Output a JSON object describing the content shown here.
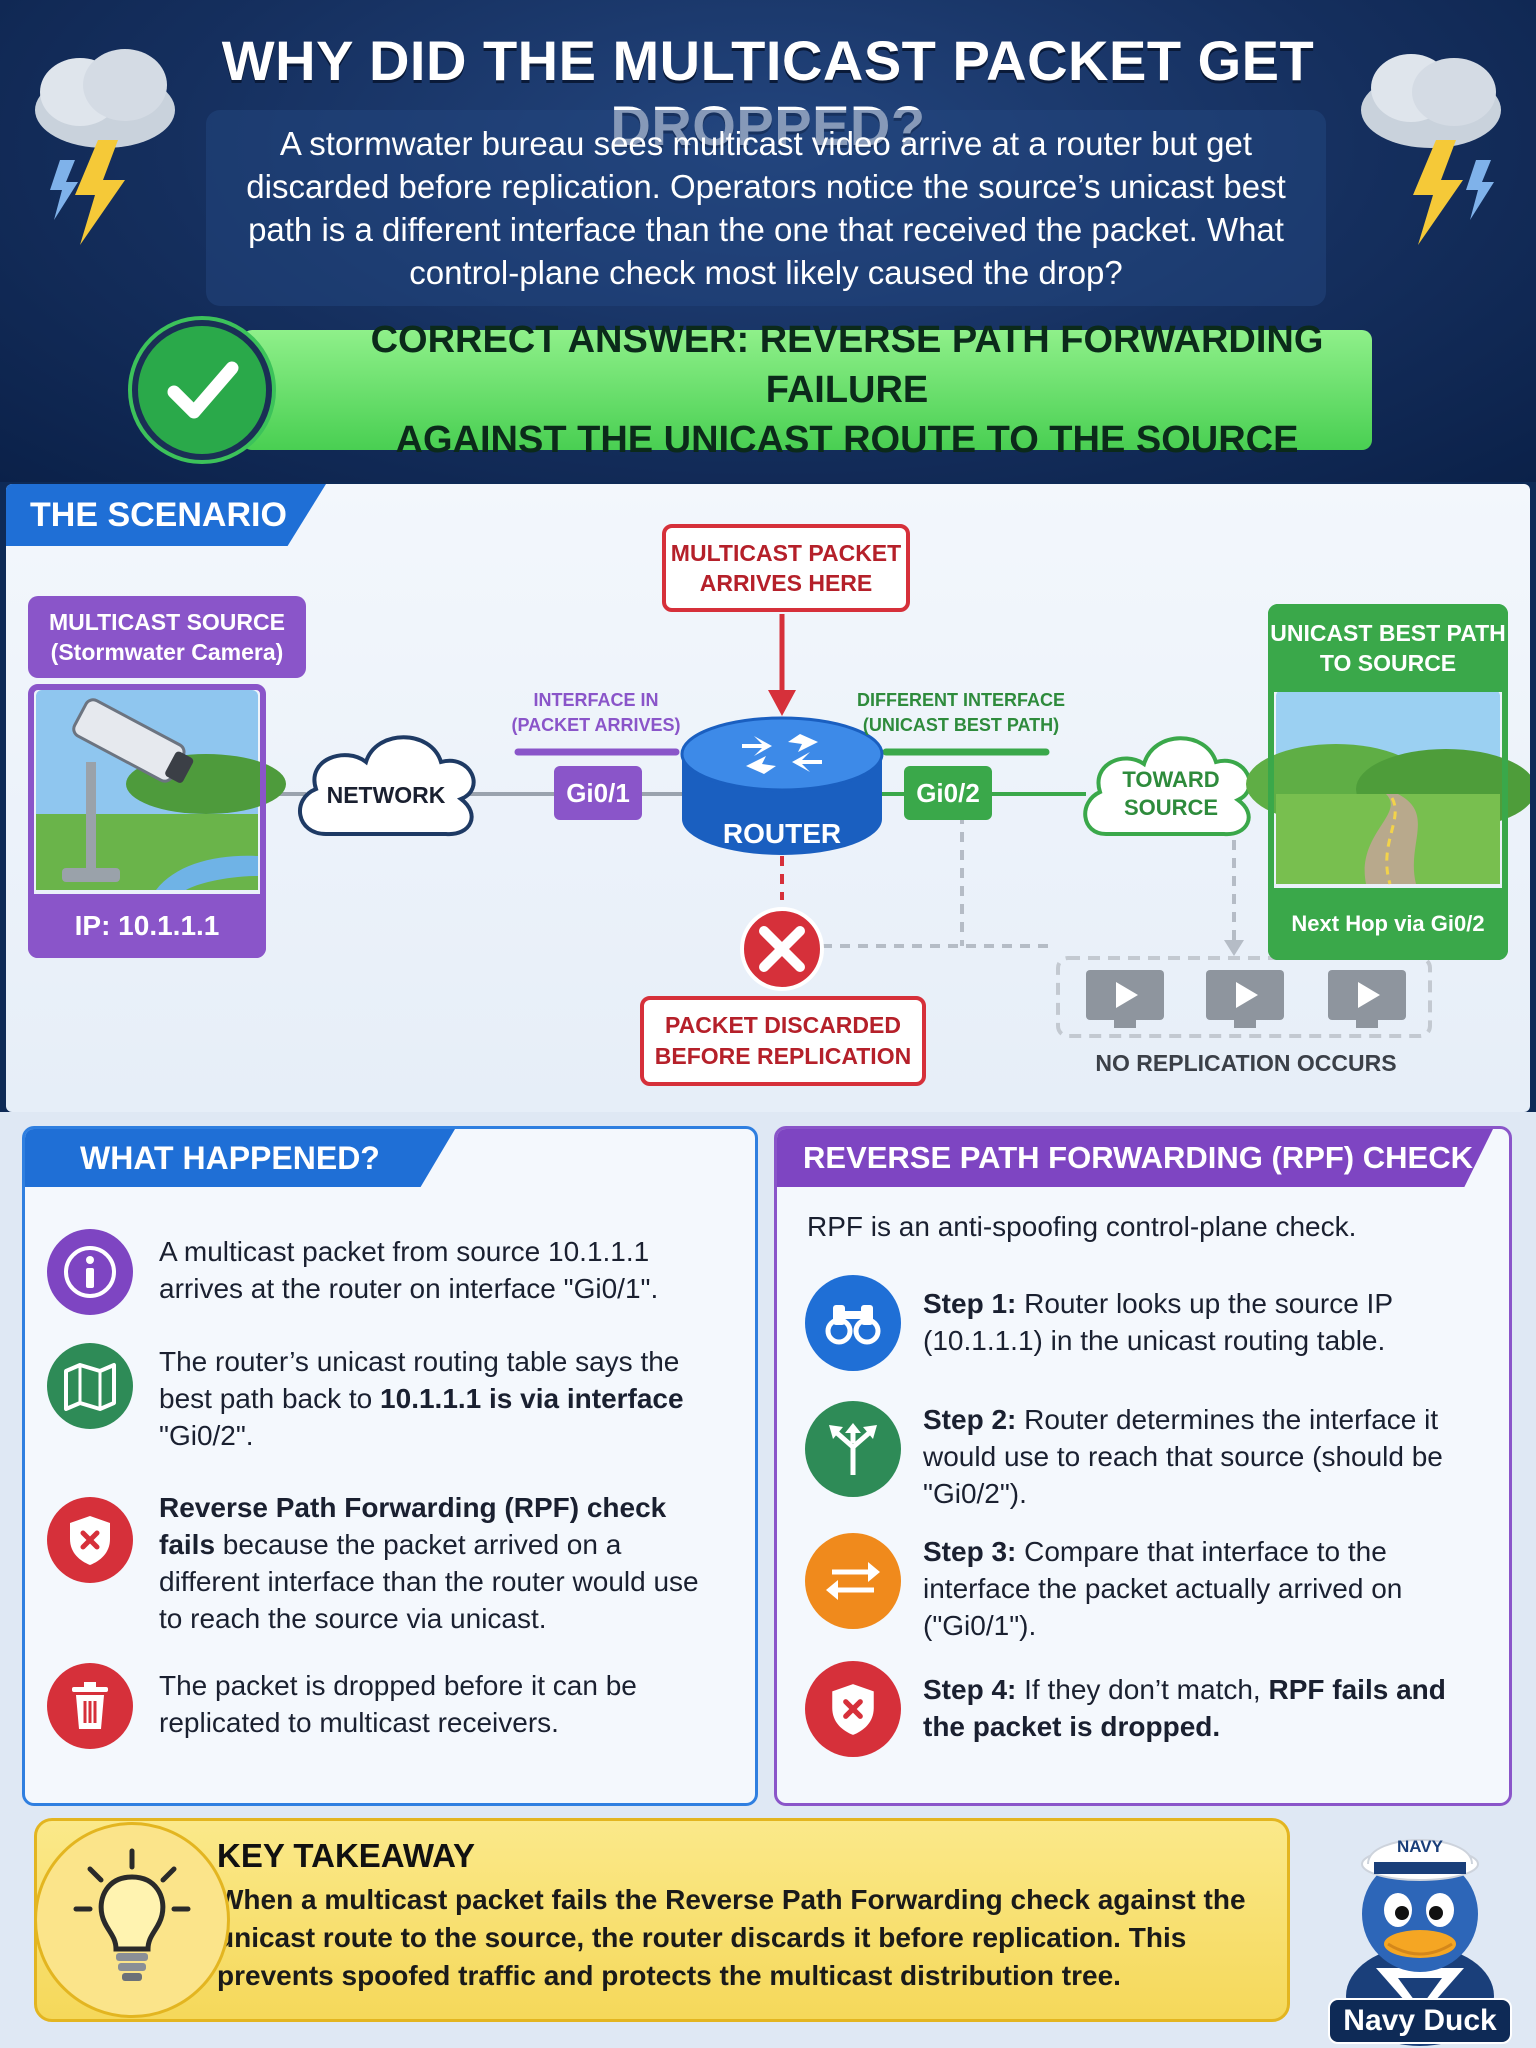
{
  "header": {
    "title": "WHY DID THE MULTICAST PACKET GET DROPPED?",
    "question": "A stormwater bureau sees multicast video arrive at a router but get discarded before replication. Operators notice the source’s unicast best path is a different interface than the one that received the packet. What control-plane check most likely caused the drop?",
    "answer_line1": "CORRECT ANSWER: REVERSE PATH FORWARDING FAILURE",
    "answer_line2": "AGAINST THE UNICAST ROUTE TO THE SOURCE"
  },
  "scenario": {
    "tab": "THE SCENARIO",
    "source_title_1": "MULTICAST SOURCE",
    "source_title_2": "(Stormwater Camera)",
    "source_ip": "IP: 10.1.1.1",
    "network": "NETWORK",
    "interface_in_1": "INTERFACE IN",
    "interface_in_2": "(PACKET ARRIVES)",
    "gi01": "Gi0/1",
    "router": "ROUTER",
    "gi02": "Gi0/2",
    "different_if_1": "DIFFERENT INTERFACE",
    "different_if_2": "(UNICAST BEST PATH)",
    "arrives_1": "MULTICAST PACKET",
    "arrives_2": "ARRIVES HERE",
    "toward_1": "TOWARD",
    "toward_2": "SOURCE",
    "best_path_1": "UNICAST BEST PATH",
    "best_path_2": "TO SOURCE",
    "next_hop": "Next Hop via Gi0/2",
    "discarded_1": "PACKET DISCARDED",
    "discarded_2": "BEFORE REPLICATION",
    "no_replication": "NO REPLICATION OCCURS"
  },
  "what_happened": {
    "tab": "WHAT HAPPENED?",
    "items": [
      {
        "icon": "info-icon",
        "color": "#7e45c2",
        "pre": "A multicast packet from source 10.1.1.1 arrives at the router on interface \"Gi0/1\".",
        "bold": "",
        "post": ""
      },
      {
        "icon": "map-icon",
        "color": "#2e8b57",
        "pre": "The router’s unicast routing table says the best path back to ",
        "bold": "10.1.1.1 is via interface",
        "post": " \"Gi0/2\"."
      },
      {
        "icon": "shield-x-icon",
        "color": "#d6303a",
        "pre": "",
        "bold": "Reverse Path Forwarding (RPF) check fails",
        "post": " because the packet arrived on a different interface than the router would use to reach the source via unicast."
      },
      {
        "icon": "trash-icon",
        "color": "#d6303a",
        "pre": "The packet is dropped before it can be replicated to multicast receivers.",
        "bold": "",
        "post": ""
      }
    ]
  },
  "rpf": {
    "tab": "REVERSE PATH FORWARDING (RPF) CHECK",
    "intro": "RPF is an anti-spoofing control-plane check.",
    "steps": [
      {
        "icon": "binoculars-icon",
        "color": "#1f6fd6",
        "label": "Step 1:",
        "text": " Router looks up the source IP (10.1.1.1) in the unicast routing table.",
        "bold_tail": ""
      },
      {
        "icon": "split-arrows-icon",
        "color": "#2e8b57",
        "label": "Step 2:",
        "text": " Router determines the interface it would use to reach that source (should be \"Gi0/2\").",
        "bold_tail": ""
      },
      {
        "icon": "swap-arrows-icon",
        "color": "#f08a1c",
        "label": "Step 3:",
        "text": " Compare that interface to the interface the packet actually arrived on (\"Gi0/1\").",
        "bold_tail": ""
      },
      {
        "icon": "shield-x-icon",
        "color": "#d6303a",
        "label": "Step 4:",
        "text": " If they don’t match, ",
        "bold_tail": "RPF fails and the packet is dropped."
      }
    ]
  },
  "takeaway": {
    "title": "KEY TAKEAWAY",
    "text": "When a multicast packet fails the Reverse Path Forwarding check against the unicast route to the source, the router discards it before replication. This prevents spoofed traffic and protects the multicast distribution tree."
  },
  "mascot": {
    "hat": "NAVY",
    "name": "Navy Duck"
  }
}
